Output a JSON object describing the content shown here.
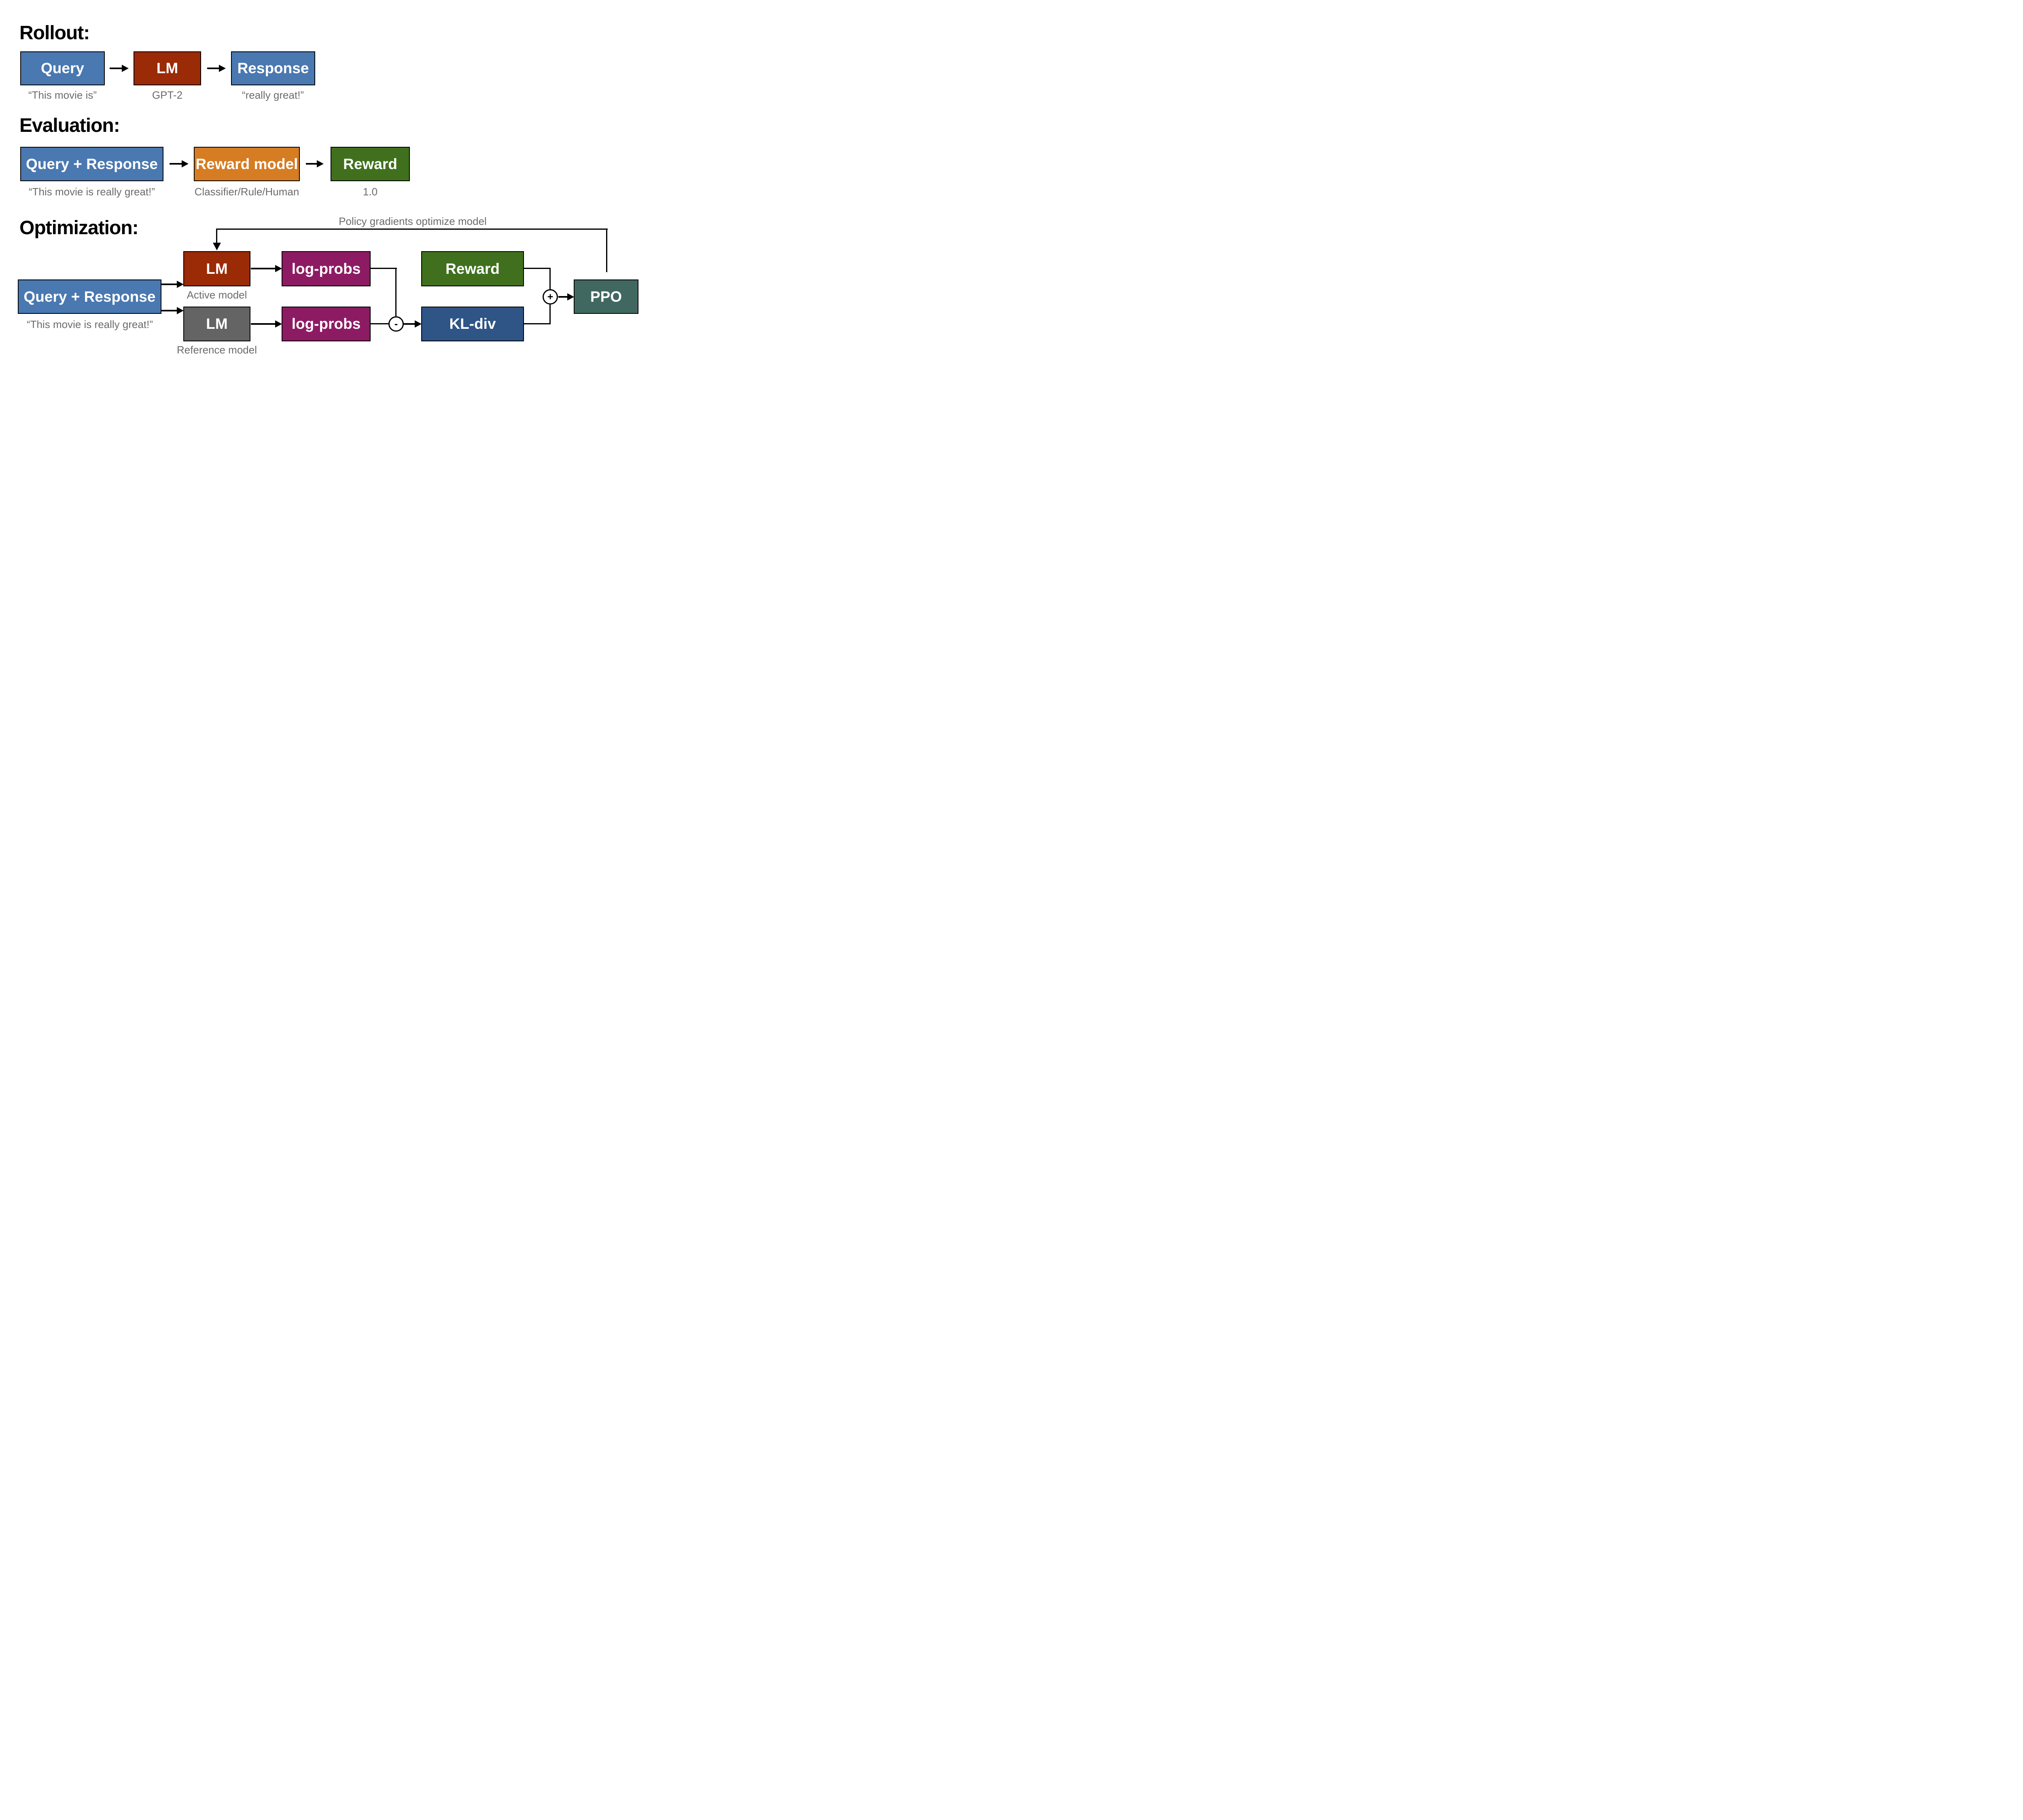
{
  "colors": {
    "blue": "#4a78b0",
    "dark_red": "#9b2a06",
    "orange": "#d67c23",
    "green": "#40701e",
    "magenta": "#8d1b63",
    "gray_box": "#646464",
    "navy": "#2f5486",
    "teal": "#406861",
    "caption_gray": "#6b6b6b",
    "line_black": "#000000"
  },
  "rollout": {
    "title": "Rollout:",
    "query": {
      "label": "Query",
      "caption": "“This movie is”"
    },
    "lm": {
      "label": "LM",
      "caption": "GPT-2"
    },
    "response": {
      "label": "Response",
      "caption": "“really great!”"
    }
  },
  "evaluation": {
    "title": "Evaluation:",
    "query_response": {
      "label": "Query + Response",
      "caption": "“This movie is really great!”"
    },
    "reward_model": {
      "label": "Reward model",
      "caption": "Classifier/Rule/Human"
    },
    "reward": {
      "label": "Reward",
      "caption": "1.0"
    }
  },
  "optimization": {
    "title": "Optimization:",
    "feedback_label": "Policy gradients optimize model",
    "query_response": {
      "label": "Query + Response",
      "caption": "“This movie is really great!”"
    },
    "active_lm": {
      "label": "LM",
      "caption": "Active model"
    },
    "reference_lm": {
      "label": "LM",
      "caption": "Reference model"
    },
    "active_logprobs": {
      "label": "log-probs"
    },
    "reference_logprobs": {
      "label": "log-probs"
    },
    "reward": {
      "label": "Reward"
    },
    "kl_div": {
      "label": "KL-div"
    },
    "ppo": {
      "label": "PPO"
    },
    "operators": {
      "minus": "-",
      "plus": "+"
    }
  }
}
